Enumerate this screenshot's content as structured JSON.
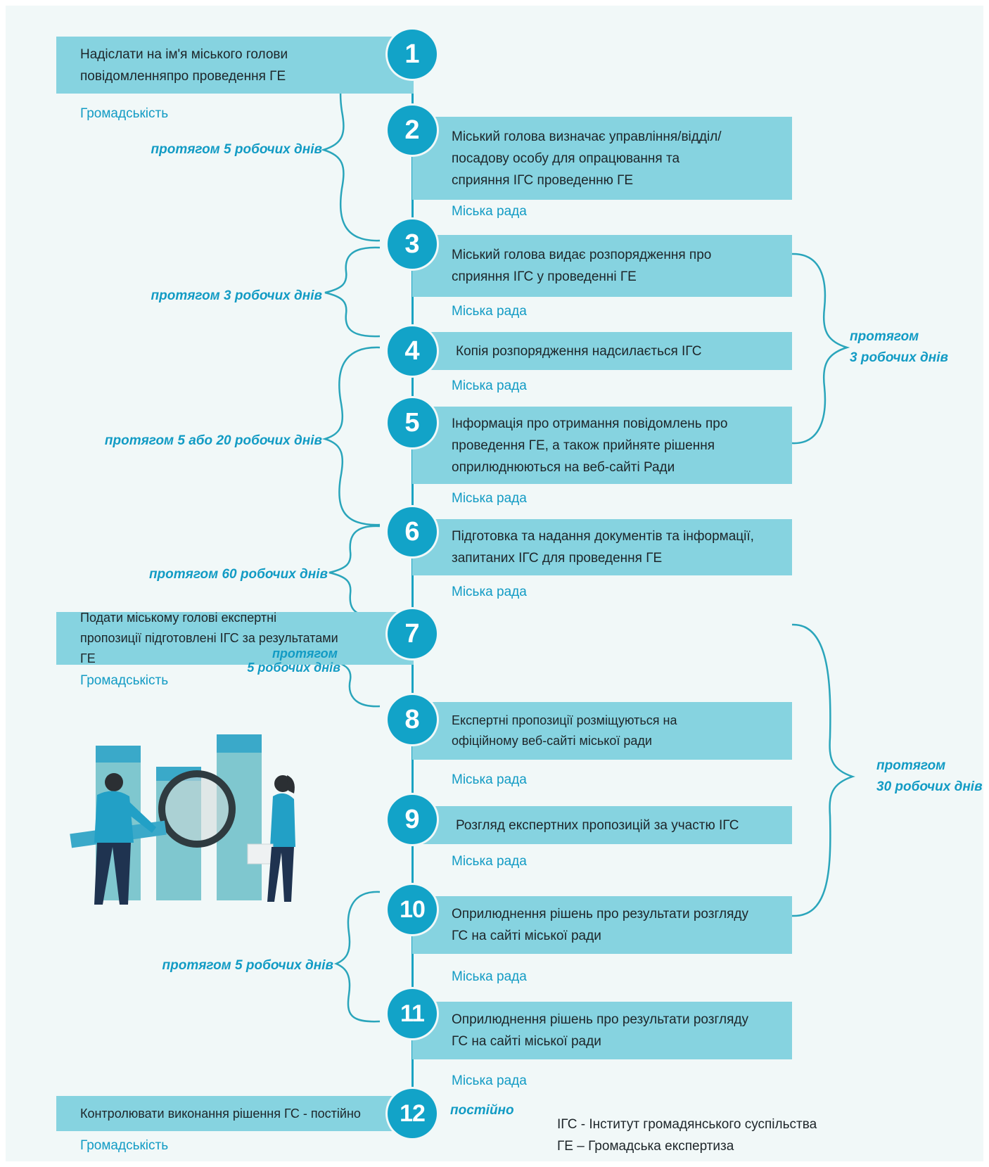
{
  "steps": [
    {
      "n": "1",
      "text": "Надіслати на ім'я міського голови повідомленняпро проведення ГЕ",
      "actor": "Громадськість"
    },
    {
      "n": "2",
      "text": "Міський голова визначає управління/відділ/ посадову особу для опрацювання та сприяння ІГС проведенню ГЕ",
      "actor": "Міська рада"
    },
    {
      "n": "3",
      "text": "Міський голова видає розпорядження про сприяння ІГС у проведенні ГЕ",
      "actor": "Міська рада"
    },
    {
      "n": "4",
      "text": "Копія розпорядження надсилається ІГС",
      "actor": "Міська рада"
    },
    {
      "n": "5",
      "text": "Інформація про отримання повідомлень про проведення ГЕ, а також прийняте рішення оприлюднюються на веб-сайті Ради",
      "actor": "Міська рада"
    },
    {
      "n": "6",
      "text": "Підготовка та надання документів та інформації, запитаних ІГС для проведення ГЕ",
      "actor": "Міська рада"
    },
    {
      "n": "7",
      "text": "Подати міському голові експертні пропозиції підготовлені ІГС за результатами ГЕ",
      "actor": "Громадськість"
    },
    {
      "n": "8",
      "text": "Експертні пропозиції розміщуються на офіційному веб-сайті міської ради",
      "actor": "Міська рада"
    },
    {
      "n": "9",
      "text": "Розгляд експертних пропозицій за участю ІГС",
      "actor": "Міська рада"
    },
    {
      "n": "10",
      "text": "Оприлюднення рішень про результати розгляду ГС на сайті міської ради",
      "actor": "Міська рада"
    },
    {
      "n": "11",
      "text": "Оприлюднення рішень про результати розгляду ГС на сайті міської ради",
      "actor": "Міська рада"
    },
    {
      "n": "12",
      "text": "Контролювати виконання рішення ГС - постійно",
      "actor": "Громадськість"
    }
  ],
  "durations": {
    "d_1_3": "протягом 5 робочих днів",
    "d_3_4": "протягом 3 робочих днів",
    "d_4_6": "протягом 5 або 20 робочих  днів",
    "d_6_7": "протягом 60 робочих днів",
    "d_7_8_line1": "протягом",
    "d_7_8_line2": "5 робочих днів",
    "d_10_11": "протягом 5 робочих днів",
    "d_12": "постійно",
    "r_3_5_line1": "протягом",
    "r_3_5_line2": "3 робочих днів",
    "r_7_10_line1": "протягом",
    "r_7_10_line2": "30 робочих днів"
  },
  "legend": {
    "line1": "ІГС - Інститут громадянського суспільства",
    "line2": "ГЕ – Громадська експертиза"
  },
  "colors": {
    "accent": "#12a3c8",
    "box": "#86d3e0",
    "background": "#f1f8f8",
    "text": "#1d2529"
  }
}
